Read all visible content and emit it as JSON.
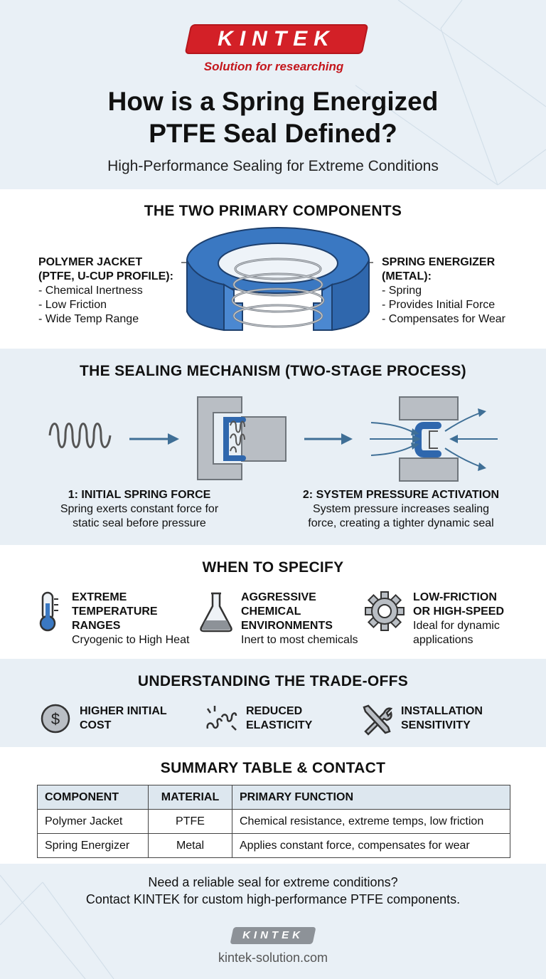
{
  "header": {
    "logo": "KINTEK",
    "tagline": "Solution for researching",
    "title_line1": "How is a Spring Energized",
    "title_line2": "PTFE Seal Defined?",
    "subtitle": "High-Performance Sealing for Extreme Conditions"
  },
  "components": {
    "title": "THE TWO PRIMARY COMPONENTS",
    "left": {
      "head1": "POLYMER JACKET",
      "head2": "(PTFE, U-CUP PROFILE):",
      "items": [
        "- Chemical Inertness",
        "- Low Friction",
        "- Wide Temp Range"
      ]
    },
    "right": {
      "head1": "SPRING ENERGIZER",
      "head2": "(METAL):",
      "items": [
        "- Spring",
        "- Provides Initial Force",
        "- Compensates for Wear"
      ]
    }
  },
  "mechanism": {
    "title": "THE SEALING MECHANISM (TWO-STAGE PROCESS)",
    "stage1": {
      "head": "1: INITIAL SPRING FORCE",
      "line1": "Spring exerts constant force for",
      "line2": "static seal before pressure"
    },
    "stage2": {
      "head": "2: SYSTEM PRESSURE ACTIVATION",
      "line1": "System pressure increases sealing",
      "line2": "force, creating a tighter dynamic seal"
    }
  },
  "specify": {
    "title": "WHEN TO SPECIFY",
    "items": [
      {
        "icon": "thermometer-icon",
        "h1": "EXTREME",
        "h2": "TEMPERATURE",
        "h3": "RANGES",
        "desc": "Cryogenic to High Heat"
      },
      {
        "icon": "flask-icon",
        "h1": "AGGRESSIVE",
        "h2": "CHEMICAL",
        "h3": "ENVIRONMENTS",
        "desc": "Inert to most chemicals"
      },
      {
        "icon": "gear-icon",
        "h1": "LOW-FRICTION",
        "h2": "OR HIGH-SPEED",
        "d1": "Ideal for dynamic",
        "d2": "applications"
      }
    ]
  },
  "tradeoffs": {
    "title": "UNDERSTANDING THE TRADE-OFFS",
    "items": [
      {
        "icon": "dollar-icon",
        "h1": "HIGHER INITIAL",
        "h2": "COST"
      },
      {
        "icon": "broken-spring-icon",
        "h1": "REDUCED",
        "h2": "ELASTICITY"
      },
      {
        "icon": "tools-icon",
        "h1": "INSTALLATION",
        "h2": "SENSITIVITY"
      }
    ]
  },
  "summary": {
    "title": "SUMMARY TABLE & CONTACT",
    "headers": [
      "COMPONENT",
      "MATERIAL",
      "PRIMARY FUNCTION"
    ],
    "rows": [
      [
        "Polymer Jacket",
        "PTFE",
        "Chemical resistance, extreme temps, low friction"
      ],
      [
        "Spring Energizer",
        "Metal",
        "Applies constant force, compensates for wear"
      ]
    ]
  },
  "contact": {
    "line1": "Need a reliable seal for extreme conditions?",
    "line2": "Contact KINTEK for custom high-performance PTFE components."
  },
  "footer": {
    "logo": "KINTEK",
    "website": "kintek-solution.com"
  },
  "colors": {
    "brand_red": "#d32027",
    "seal_blue": "#3a78c2",
    "block_gray": "#b9bec4",
    "arrow_blue": "#3f6f96"
  }
}
